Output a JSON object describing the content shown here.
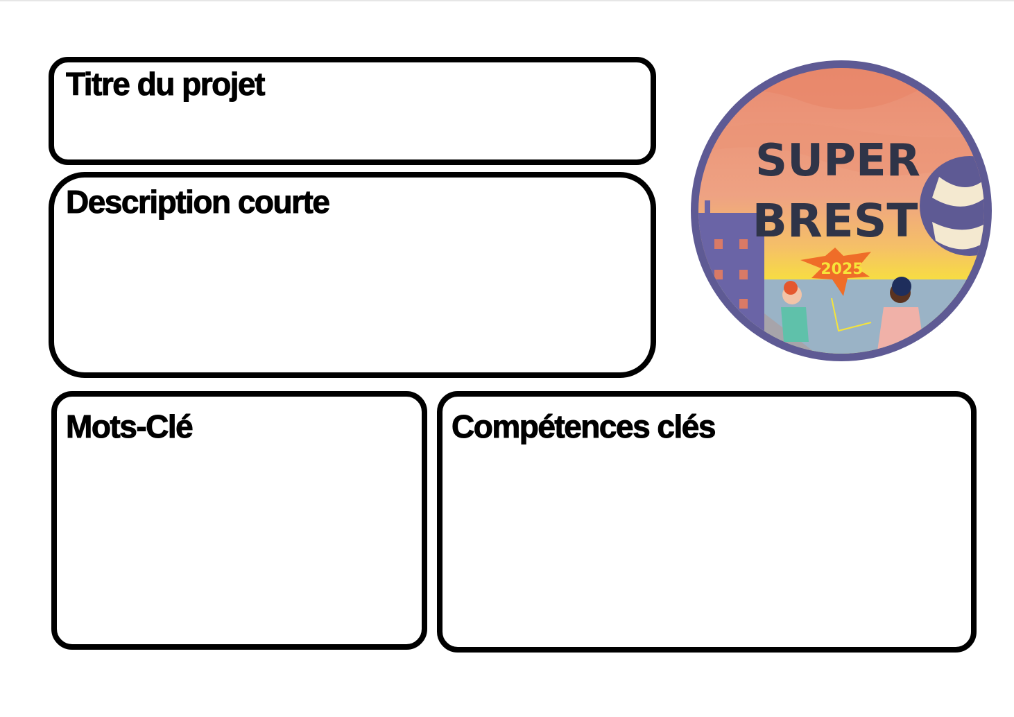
{
  "sections": {
    "title": {
      "label": "Titre du projet"
    },
    "description": {
      "label": "Description courte"
    },
    "keywords": {
      "label": "Mots-Clé"
    },
    "skills": {
      "label": "Compétences clés"
    }
  },
  "logo": {
    "line1": "SUPER",
    "line2": "BREST",
    "year": "2025",
    "colors": {
      "ring": "#5e5a94",
      "sky_top": "#e98a70",
      "sky_bottom": "#f7dc3c",
      "sea": "#9ab3c6",
      "text": "#2f3448",
      "burst": "#ef6d28",
      "year": "#f7e43a"
    }
  }
}
